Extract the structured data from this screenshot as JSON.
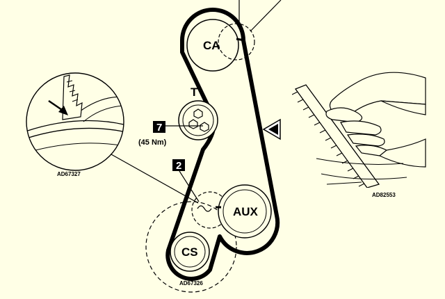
{
  "pulleys": {
    "camshaft": "CA",
    "tensioner": "T",
    "auxiliary": "AUX",
    "crankshaft": "CS"
  },
  "callouts": {
    "tensioner_ref": "7",
    "torque": "(45 Nm)",
    "timing_mark_ref": "2"
  },
  "figure_codes": {
    "detail_left": "AD67327",
    "main_diagram": "AD67326",
    "detail_right": "AD82553"
  },
  "colors": {
    "background": "#ffffe6",
    "ink": "#000000"
  },
  "icons": {
    "direction_arrow": "triangle-left-icon",
    "tensioner_nut": "hexagon-icon"
  }
}
